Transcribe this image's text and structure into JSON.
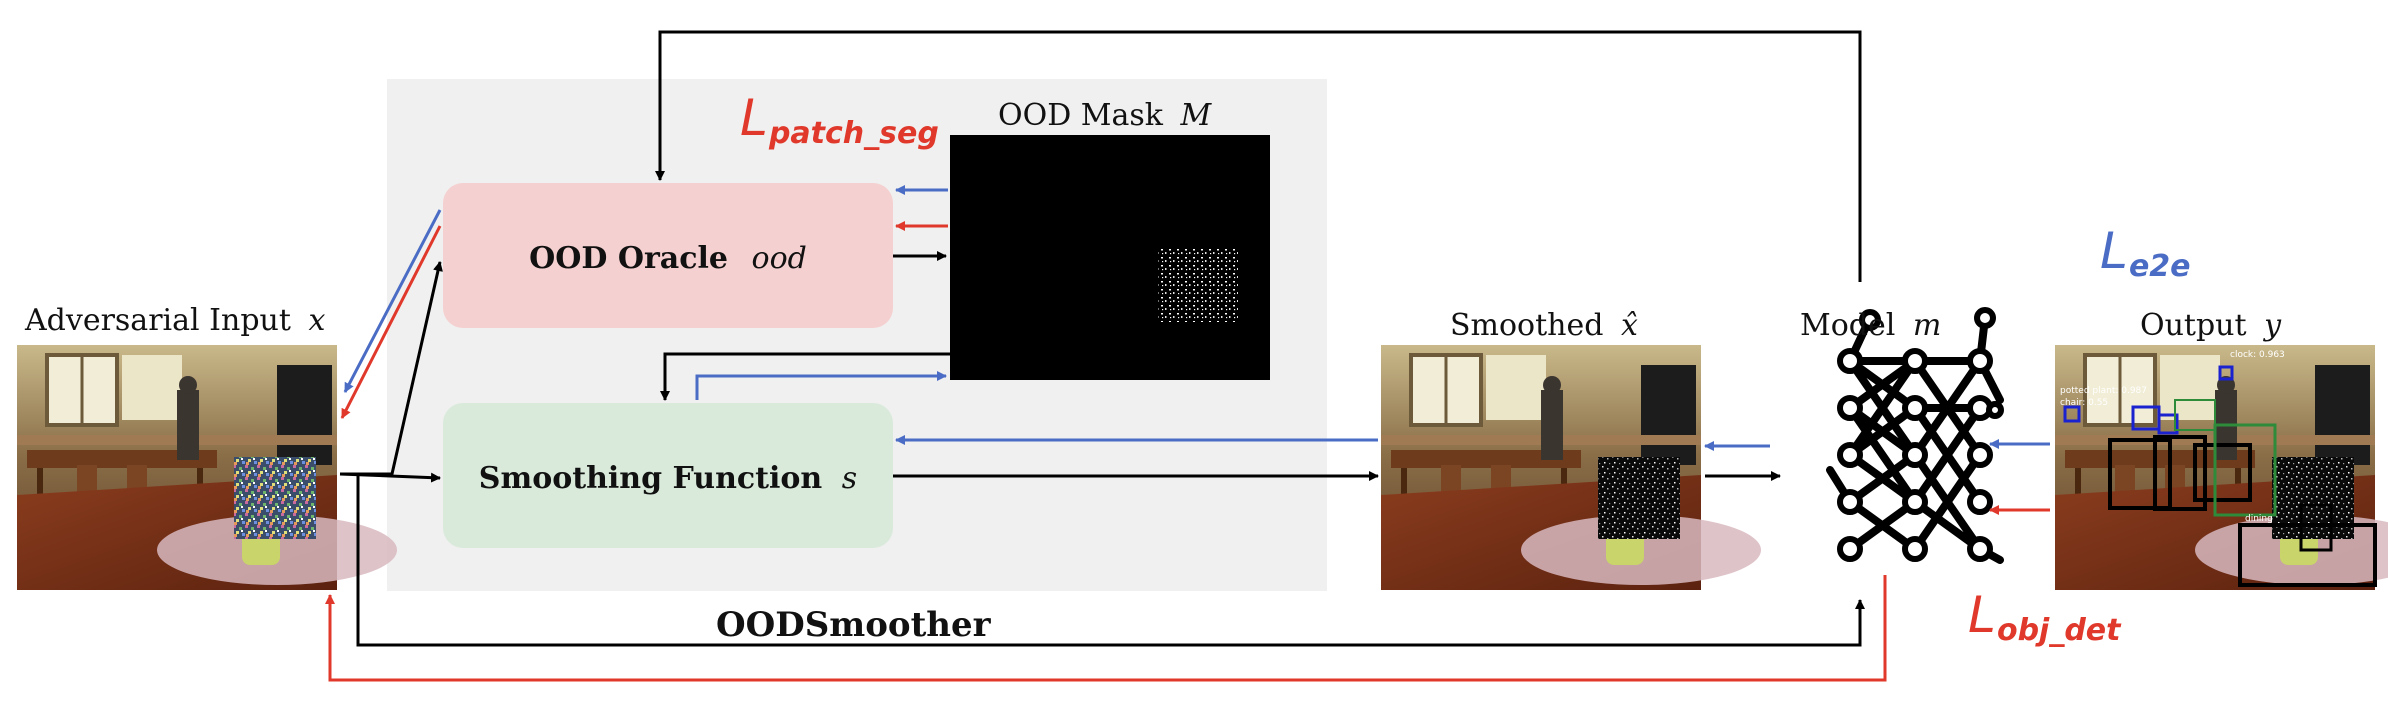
{
  "labels": {
    "adversarial_input": "Adversarial Input",
    "adversarial_input_var": "x",
    "ood_mask": "OOD Mask",
    "ood_mask_var": "M",
    "ood_oracle": "OOD Oracle",
    "ood_oracle_var": "ood",
    "smoothing_function": "Smoothing Function",
    "smoothing_function_var": "s",
    "oodsmoother": "OODSmoother",
    "smoothed": "Smoothed",
    "smoothed_var": "x̂",
    "model": "Model",
    "model_var": "m",
    "output": "Output",
    "output_var": "y",
    "loss_patch_base": "L",
    "loss_patch_sub": "patch_seg",
    "loss_e2e_base": "L",
    "loss_e2e_sub": "e2e",
    "loss_obj_base": "L",
    "loss_obj_sub": "obj_det"
  },
  "detections": {
    "clock": "clock: 0.963",
    "potted_plant": "potted plant: 0.987",
    "chair": "chair: 0.55",
    "dining": "dining"
  },
  "colors": {
    "red": "#e0392b",
    "blue": "#4a6cc4",
    "oracle_fill": "#f5d0d0",
    "smooth_fill": "#d9eadb",
    "panel_fill": "#f0f0f0"
  }
}
